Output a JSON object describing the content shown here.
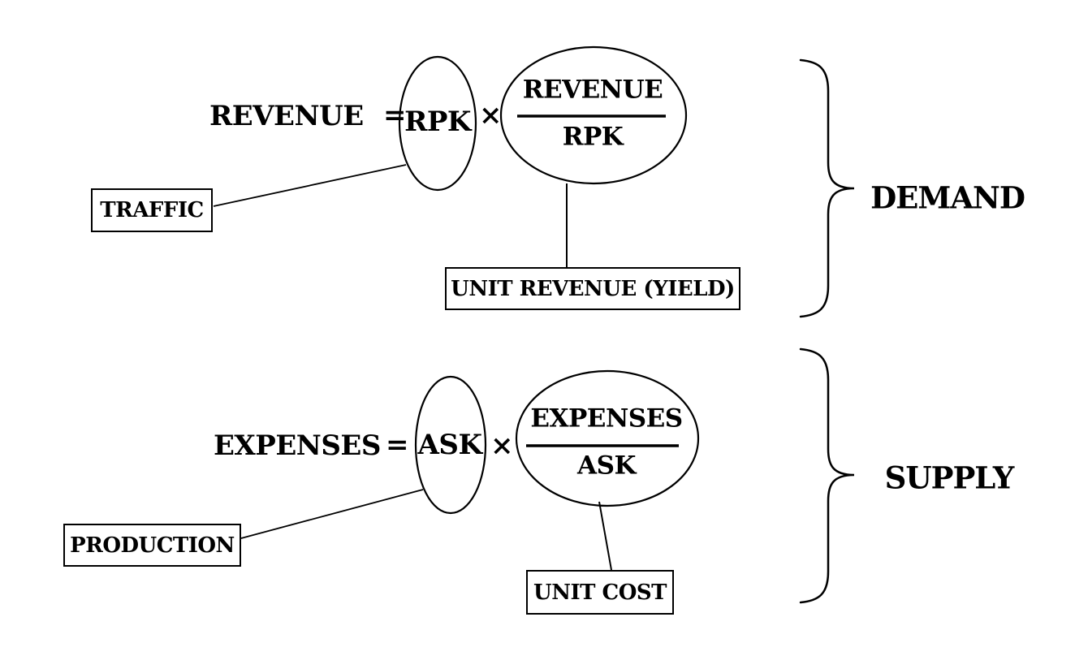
{
  "page": {
    "background": "#ffffff",
    "ink": "#000000"
  },
  "demand_section": {
    "equation": {
      "lhs": "REVENUE",
      "equals": "=",
      "factor": "RPK",
      "times": "×",
      "fraction_numerator": "REVENUE",
      "fraction_denominator": "RPK"
    },
    "callout_traffic": "TRAFFIC",
    "callout_unit_revenue": "UNIT REVENUE (YIELD)",
    "brace_label": "DEMAND"
  },
  "supply_section": {
    "equation": {
      "lhs": "EXPENSES",
      "equals": "=",
      "factor": "ASK",
      "times": "×",
      "fraction_numerator": "EXPENSES",
      "fraction_denominator": "ASK"
    },
    "callout_production": "PRODUCTION",
    "callout_unit_cost": "UNIT COST",
    "brace_label": "SUPPLY"
  }
}
